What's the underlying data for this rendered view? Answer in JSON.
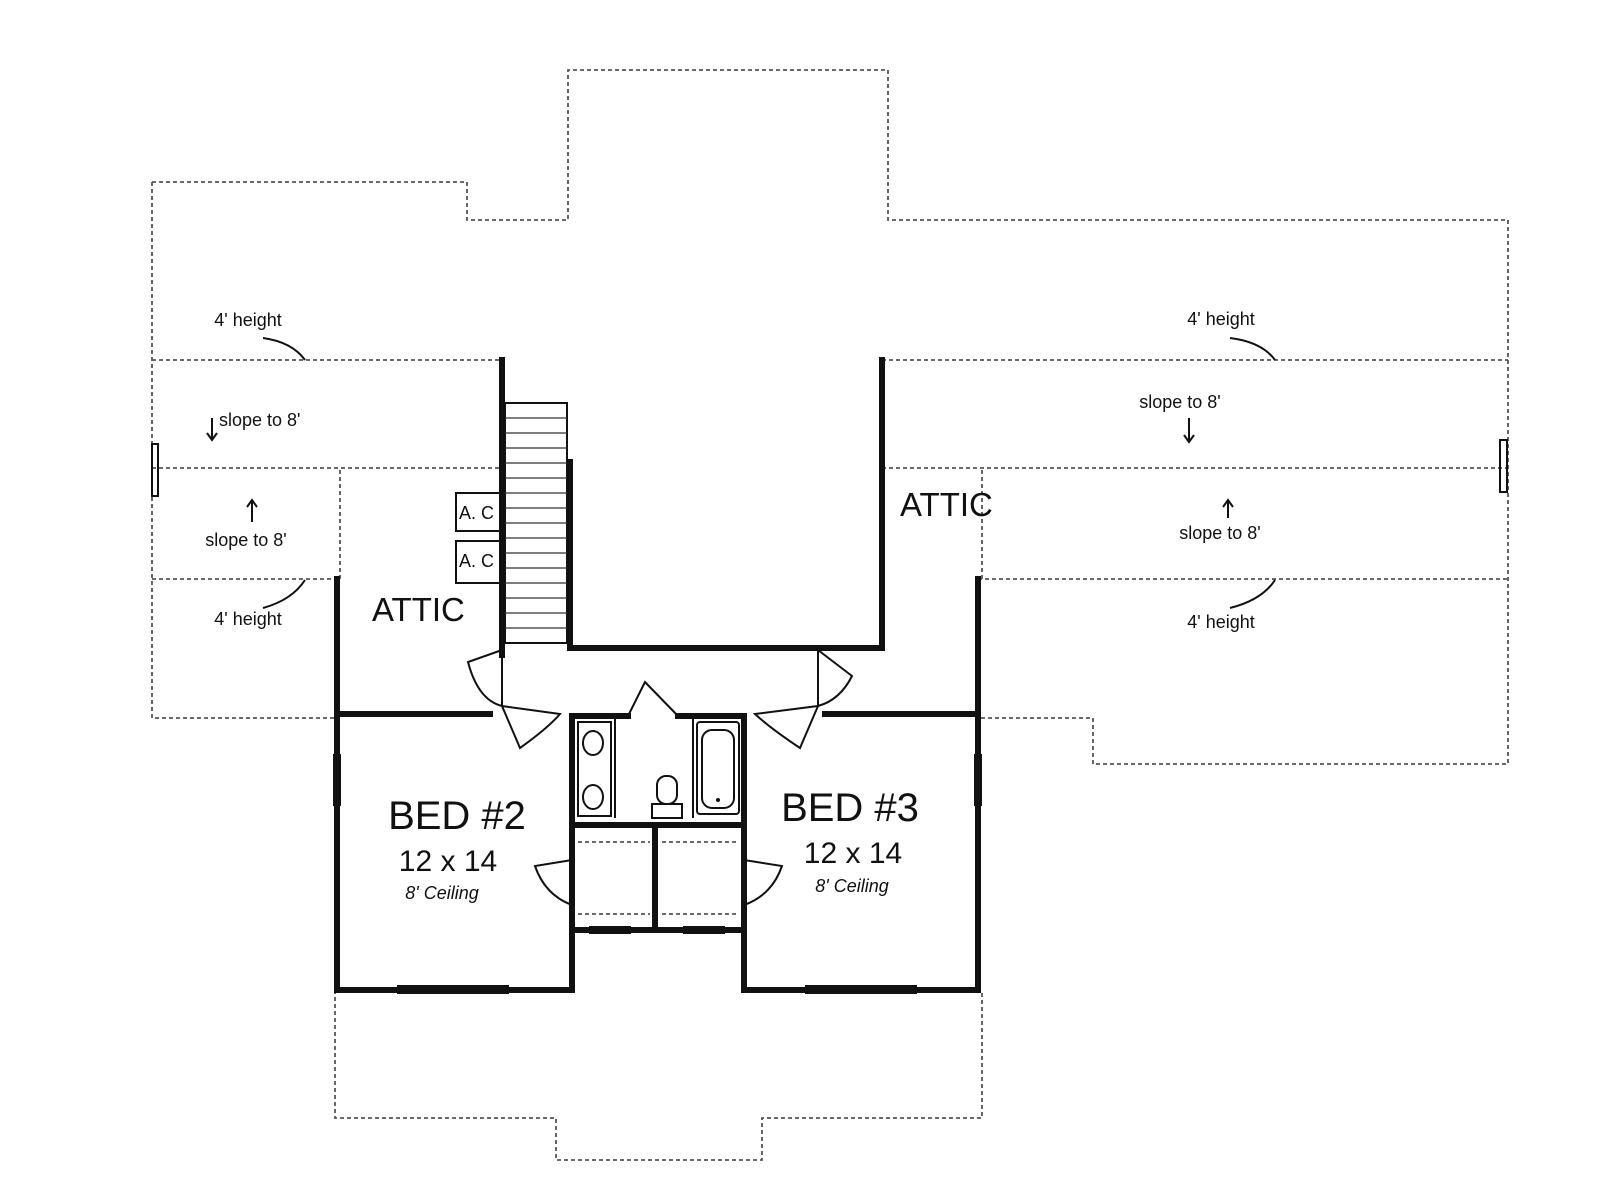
{
  "plan": {
    "heights": {
      "top_left": "4' height",
      "top_right": "4' height",
      "bottom_left": "4' height",
      "bottom_right": "4' height"
    },
    "slopes": {
      "upper_left": "slope to 8'",
      "upper_right": "slope to 8'",
      "lower_left": "slope to 8'",
      "lower_right": "slope to 8'"
    },
    "attic_left": "ATTIC",
    "attic_right": "ATTIC",
    "ac_units": [
      "A. C",
      "A. C"
    ],
    "bed2": {
      "name": "BED #2",
      "size": "12 x 14",
      "ceiling": "8' Ceiling"
    },
    "bed3": {
      "name": "BED #3",
      "size": "12 x 14",
      "ceiling": "8' Ceiling"
    }
  }
}
